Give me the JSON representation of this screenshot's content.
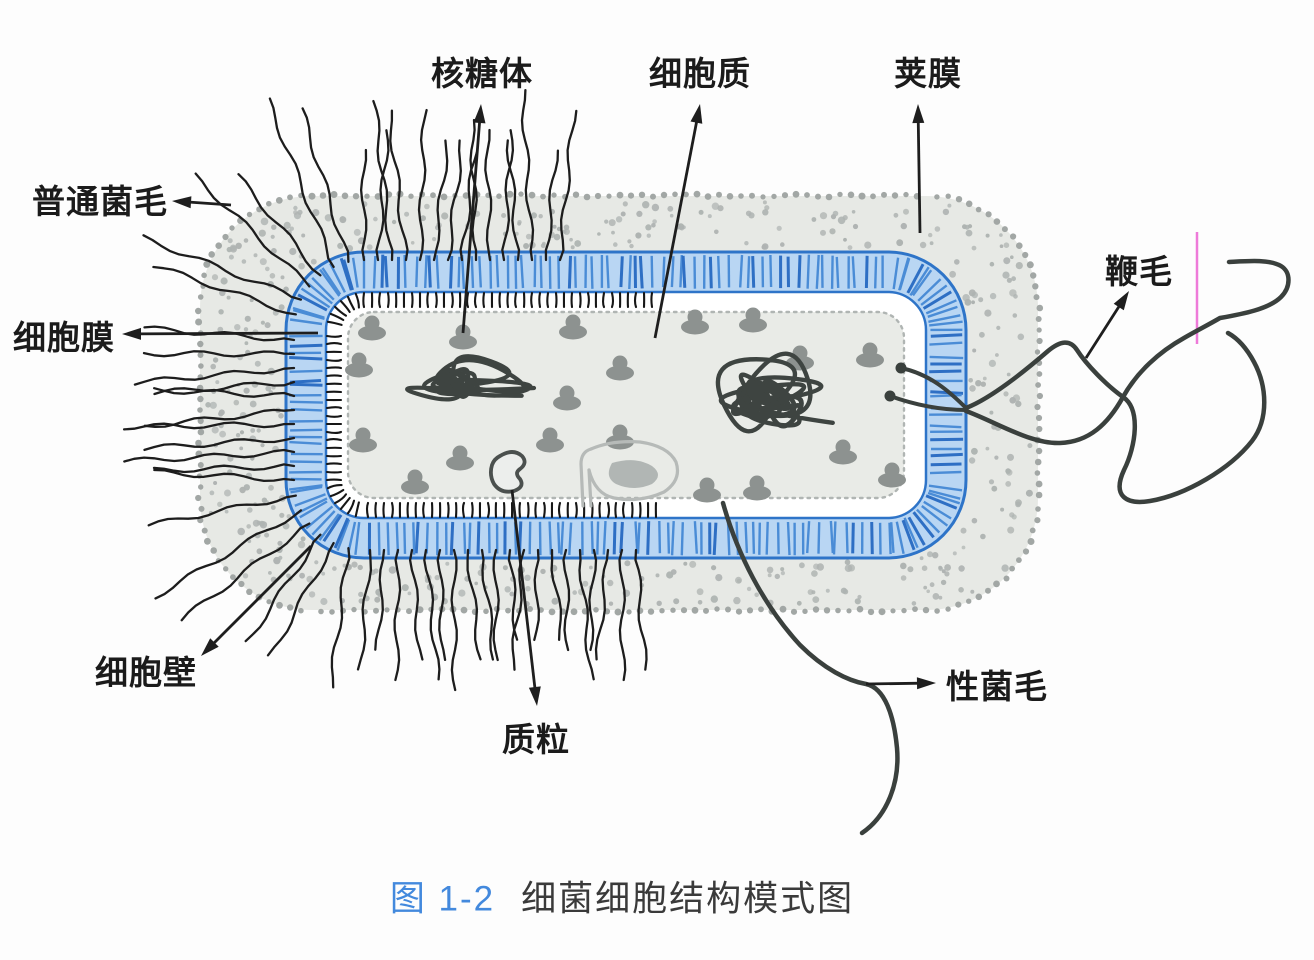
{
  "caption": {
    "number": "图 1-2",
    "title": "细菌细胞结构模式图"
  },
  "labels": {
    "ribosome": "核糖体",
    "cytoplasm": "细胞质",
    "capsule": "荚膜",
    "common_pili": "普通菌毛",
    "cell_membrane": "细胞膜",
    "cell_wall": "细胞壁",
    "plasmid": "质粒",
    "sex_pili": "性菌毛",
    "flagellum": "鞭毛"
  },
  "colors": {
    "ink": "#1e1e1e",
    "label_text": "#1b1b1b",
    "capsule_fill": "#e7e9e5",
    "capsule_dot": "#aeb3b1",
    "capsule_bead": "#a2a7a5",
    "wall_fill": "#b9d6f3",
    "wall_stripe": "#4a8cd6",
    "wall_stripe_dark": "#2e6fc4",
    "wall_edge": "#2e74c8",
    "membrane_fringe": "#161616",
    "pili": "#1d1d1d",
    "cytoplasm_fill": "#e9ebe7",
    "cytoplasm_edge": "#b0b5b3",
    "ribosome": "#8d9290",
    "nucleoid": "#3e4441",
    "mesosome": "#b6bab8",
    "mesosome_blob": "#b1b6b4",
    "plasmid_stroke": "#4b504e",
    "filament": "#3a403d",
    "pink_mark": "#ee7ad9",
    "caption_accent": "#4389dd",
    "caption_text": "#3a3a3a"
  }
}
